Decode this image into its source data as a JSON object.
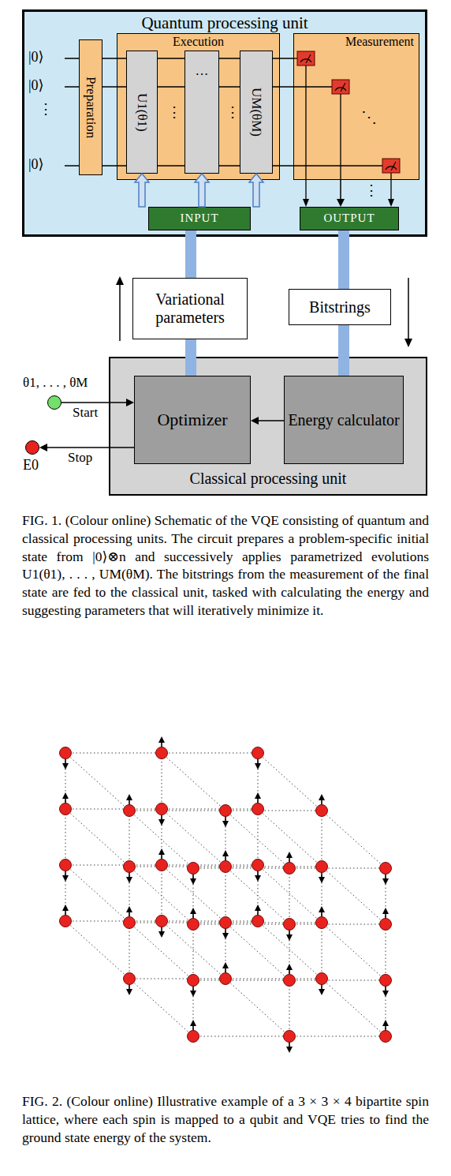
{
  "diagram": {
    "caption": "FIG. 1. (Colour online) Schematic of the VQE consisting of quantum and classical processing units. The circuit prepares a problem-specific initial state from |0⟩⊗n and successively applies parametrized evolutions U1(θ1), . . . , UM(θM). The bitstrings from the measurement of the final state are fed to the classical unit, tasked with calculating the energy and suggesting parameters that will iteratively minimize it.",
    "nodes": [
      {
        "text": [
          "Quantum processing unit"
        ]
      },
      {
        "text": [
          "Preparation"
        ],
        "in": 0
      },
      {
        "text": [
          "Execution"
        ],
        "in": 0
      },
      {
        "text": [
          "U1(θ1)"
        ],
        "in": 2
      },
      {
        "text": [
          "···"
        ],
        "in": 2
      },
      {
        "text": [
          "UM(θM)"
        ],
        "in": 2
      },
      {
        "text": [
          "Measurement"
        ],
        "in": 0
      },
      {
        "text": [
          "INPUT"
        ],
        "in": 0
      },
      {
        "text": [
          "OUTPUT"
        ],
        "in": 0
      },
      {
        "text": [
          "Variational parameters"
        ]
      },
      {
        "text": [
          "Bitstrings"
        ]
      },
      {
        "text": [
          "Classical processing unit"
        ]
      },
      {
        "text": [
          "Optimizer"
        ],
        "in": 11
      },
      {
        "text": [
          "Energy calculator"
        ],
        "in": 11
      },
      {
        "text": [
          "θ1, . . . , θM"
        ]
      },
      {
        "text": [
          "E0"
        ]
      }
    ],
    "edges": [
      {
        "from": 7,
        "to": 3,
        "arrow": "to"
      },
      {
        "from": 7,
        "to": 4,
        "arrow": "to"
      },
      {
        "from": 7,
        "to": 5,
        "arrow": "to"
      },
      {
        "from": 6,
        "to": 8,
        "arrow": "to"
      },
      {
        "from": 12,
        "to": 9,
        "arrow": "none"
      },
      {
        "from": 9,
        "to": 7,
        "arrow": "none"
      },
      {
        "from": 8,
        "to": 10,
        "arrow": "none"
      },
      {
        "from": 10,
        "to": 13,
        "arrow": "none"
      },
      {
        "from": 13,
        "to": 12,
        "arrow": "to"
      },
      {
        "from": 14,
        "to": 12,
        "label": "Start",
        "arrow": "to"
      },
      {
        "from": 12,
        "to": 15,
        "label": "Stop",
        "arrow": "to"
      }
    ],
    "labels": [
      "|0⟩",
      "|0⟩",
      "⋮",
      "|0⟩",
      "⋮",
      "⋮",
      "⋱",
      "⋮",
      "FIG. 2. (Colour online) Illustrative example of a 3 × 3 × 4 bipartite spin lattice, where each spin is mapped to a qubit and VQE tries to find the ground state energy of the system."
    ]
  }
}
